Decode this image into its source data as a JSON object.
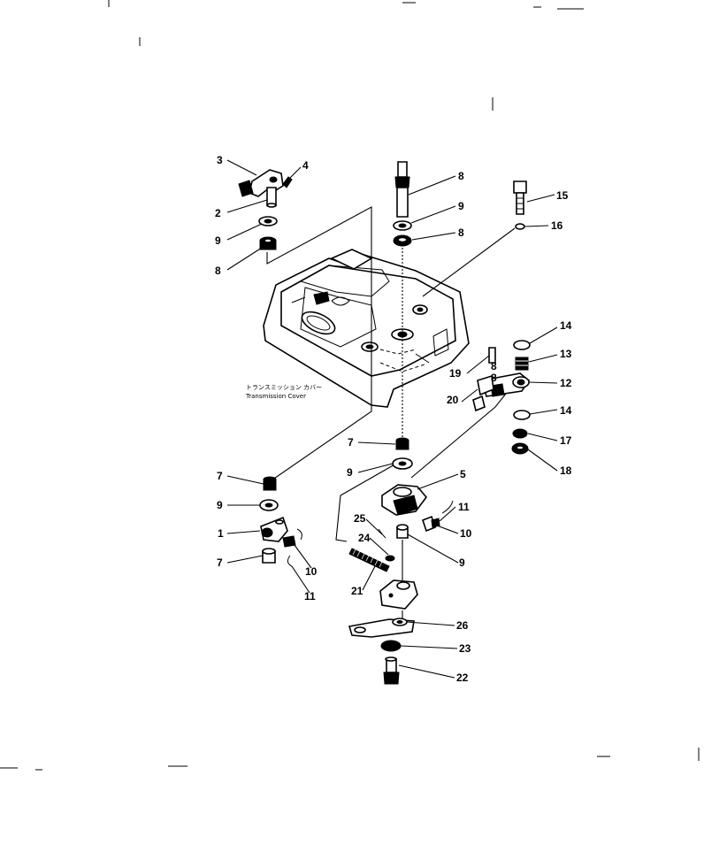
{
  "housing_label": {
    "jp": "トランスミッション カバー",
    "en": "Transmission Cover"
  },
  "callouts": [
    {
      "id": "c1",
      "text": "3"
    },
    {
      "id": "c2",
      "text": "4"
    },
    {
      "id": "c3",
      "text": "2"
    },
    {
      "id": "c4",
      "text": "9"
    },
    {
      "id": "c5",
      "text": "8"
    },
    {
      "id": "c6",
      "text": "8"
    },
    {
      "id": "c7",
      "text": "9"
    },
    {
      "id": "c8",
      "text": "8"
    },
    {
      "id": "c9",
      "text": "15"
    },
    {
      "id": "c10",
      "text": "16"
    },
    {
      "id": "c11",
      "text": "14"
    },
    {
      "id": "c12",
      "text": "13"
    },
    {
      "id": "c13",
      "text": "12"
    },
    {
      "id": "c14",
      "text": "14"
    },
    {
      "id": "c15",
      "text": "17"
    },
    {
      "id": "c16",
      "text": "18"
    },
    {
      "id": "c17",
      "text": "19"
    },
    {
      "id": "c18",
      "text": "8"
    },
    {
      "id": "c19",
      "text": "8"
    },
    {
      "id": "c20",
      "text": "20"
    },
    {
      "id": "c21",
      "text": "7"
    },
    {
      "id": "c22",
      "text": "9"
    },
    {
      "id": "c23",
      "text": "5"
    },
    {
      "id": "c24",
      "text": "11"
    },
    {
      "id": "c25",
      "text": "10"
    },
    {
      "id": "c26",
      "text": "25"
    },
    {
      "id": "c27",
      "text": "24"
    },
    {
      "id": "c28",
      "text": "9"
    },
    {
      "id": "c29",
      "text": "21"
    },
    {
      "id": "c30",
      "text": "7"
    },
    {
      "id": "c31",
      "text": "9"
    },
    {
      "id": "c32",
      "text": "1"
    },
    {
      "id": "c33",
      "text": "7"
    },
    {
      "id": "c34",
      "text": "10"
    },
    {
      "id": "c35",
      "text": "11"
    },
    {
      "id": "c36",
      "text": "26"
    },
    {
      "id": "c37",
      "text": "23"
    },
    {
      "id": "c38",
      "text": "22"
    }
  ]
}
